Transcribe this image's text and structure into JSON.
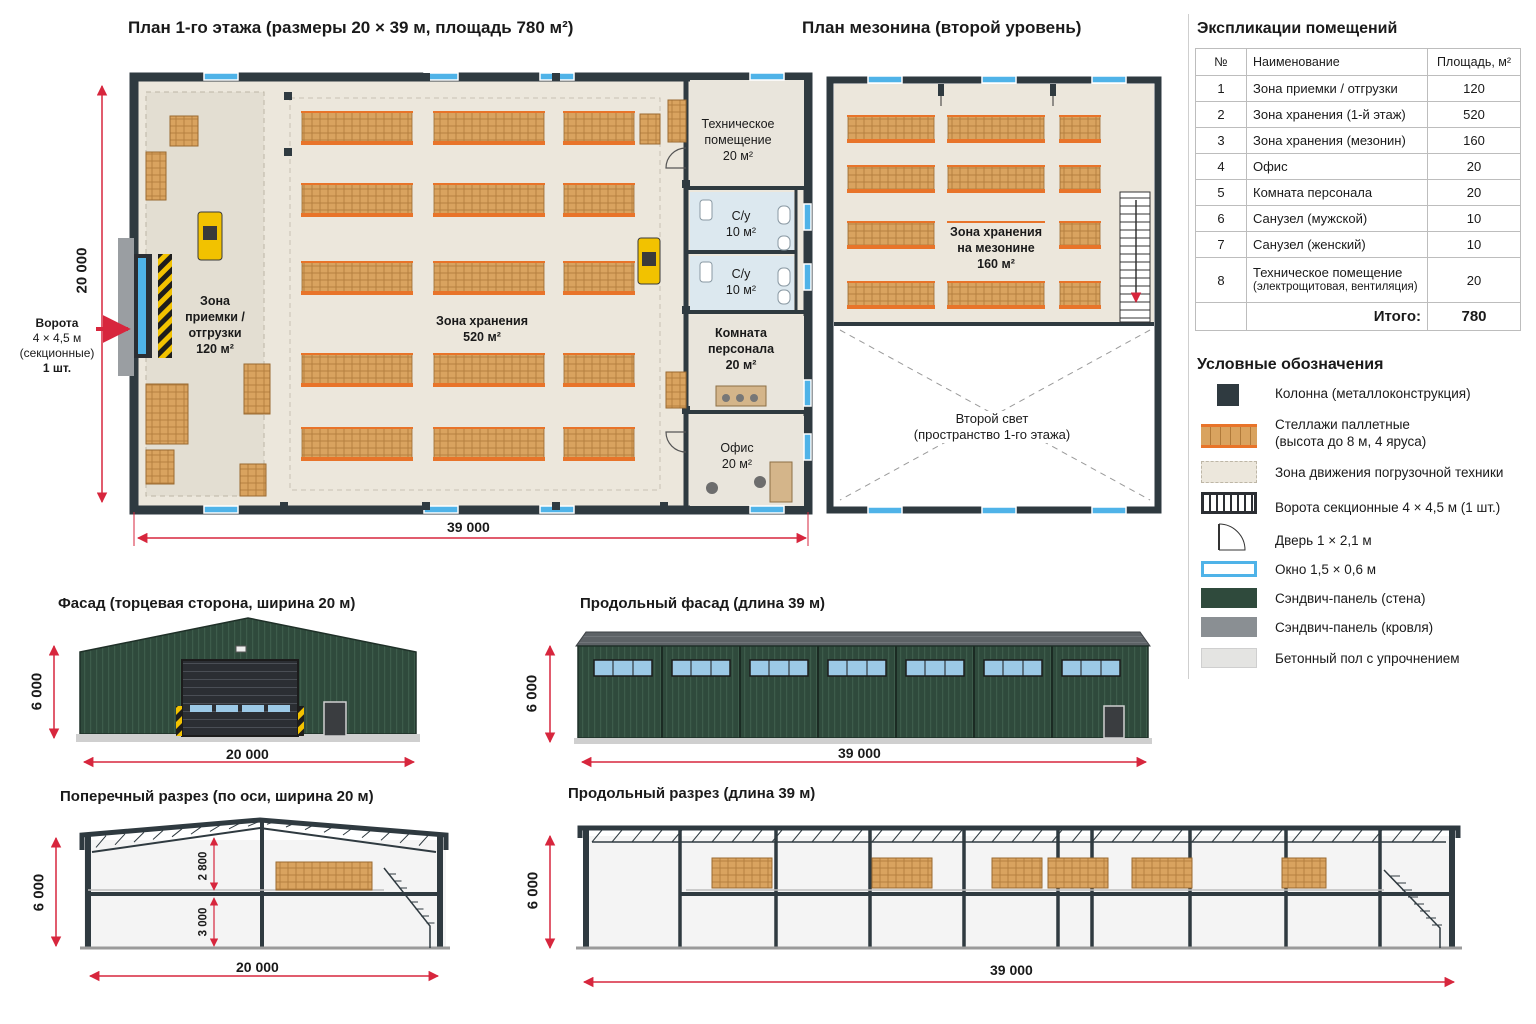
{
  "titles": {
    "plan1": "План 1-го этажа (размеры 20 × 39 м, площадь 780 м²)",
    "mezz": "План мезонина (второй уровень)",
    "facade_end": "Фасад (торцевая сторона, ширина 20 м)",
    "facade_long": "Продольный фасад (длина 39 м)",
    "section_cross": "Поперечный разрез (по оси, ширина 20 м)",
    "section_long": "Продольный разрез (длина 39 м)"
  },
  "plan_labels": {
    "receiving": [
      "Зона",
      "приемки /",
      "отгрузки",
      "120 м²"
    ],
    "storage": [
      "Зона хранения",
      "520 м²"
    ],
    "tech": [
      "Техническое",
      "помещение",
      "20 м²"
    ],
    "wc1": [
      "С/у",
      "10 м²"
    ],
    "wc2": [
      "С/у",
      "10 м²"
    ],
    "staff": [
      "Комната",
      "персонала",
      "20 м²"
    ],
    "office": [
      "Офис",
      "20 м²"
    ],
    "gate": [
      "Ворота",
      "4 × 4,5 м",
      "(секционные)",
      "1 шт."
    ],
    "mezz_storage": [
      "Зона хранения",
      "на мезонине",
      "160 м²"
    ],
    "second_light": [
      "Второй свет",
      "(пространство 1-го этажа)"
    ]
  },
  "dimensions": {
    "plan_width": "39 000",
    "plan_depth": "20 000",
    "end_width": "20 000",
    "end_height": "6 000",
    "long_width": "39 000",
    "long_height": "6 000",
    "cross_width": "20 000",
    "cross_height": "6 000",
    "cross_upper": "2 800",
    "cross_lower": "3 000",
    "long_sec_width": "39 000",
    "long_sec_height": "6 000"
  },
  "explication": {
    "title": "Экспликации помещений",
    "headers": [
      "№",
      "Наименование",
      "Площадь, м²"
    ],
    "rows": [
      {
        "n": "1",
        "name": "Зона приемки / отгрузки",
        "note": "",
        "area": "120"
      },
      {
        "n": "2",
        "name": "Зона хранения (1-й этаж)",
        "note": "",
        "area": "520"
      },
      {
        "n": "3",
        "name": "Зона хранения (мезонин)",
        "note": "",
        "area": "160"
      },
      {
        "n": "4",
        "name": "Офис",
        "note": "",
        "area": "20"
      },
      {
        "n": "5",
        "name": "Комната персонала",
        "note": "",
        "area": "20"
      },
      {
        "n": "6",
        "name": "Санузел (мужской)",
        "note": "",
        "area": "10"
      },
      {
        "n": "7",
        "name": "Санузел (женский)",
        "note": "",
        "area": "10"
      },
      {
        "n": "8",
        "name": "Техническое помещение",
        "note": "(электрощитовая, вентиляция)",
        "area": "20"
      }
    ],
    "total_label": "Итого:",
    "total_value": "780"
  },
  "legend": {
    "title": "Условные обозначения",
    "items": [
      {
        "icon": "column-icon",
        "text": "Колонна (металлоконструкция)"
      },
      {
        "icon": "pallet-rack-icon",
        "text": "Стеллажи паллетные",
        "text2": "(высота до 8 м, 4 яруса)"
      },
      {
        "icon": "traffic-zone-icon",
        "text": "Зона движения погрузочной техники"
      },
      {
        "icon": "sectional-gate-icon",
        "text": "Ворота секционные 4 × 4,5 м (1 шт.)"
      },
      {
        "icon": "door-icon",
        "text": "Дверь 1 × 2,1 м"
      },
      {
        "icon": "window-icon",
        "text": "Окно 1,5 × 0,6 м"
      },
      {
        "icon": "wall-panel-icon",
        "text": "Сэндвич-панель (стена)"
      },
      {
        "icon": "roof-panel-icon",
        "text": "Сэндвич-панель (кровля)"
      },
      {
        "icon": "concrete-floor-icon",
        "text": "Бетонный пол с упрочнением"
      }
    ]
  },
  "colors": {
    "wall_dark": "#2f3a40",
    "panel_green": "#2f4a3c",
    "roof_grey": "#5d6266",
    "rack_orange": "#e8742a",
    "box_kraft": "#d9a35f",
    "floor": "#ece7dc",
    "window_blue": "#4fb3e8",
    "dim_red": "#d7263d"
  }
}
